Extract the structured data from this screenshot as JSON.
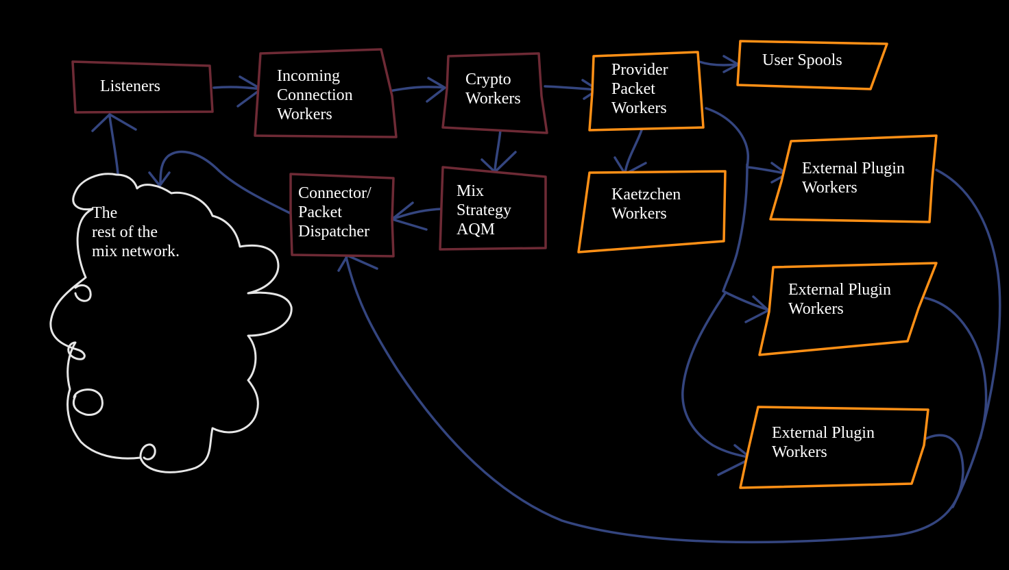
{
  "diagram": {
    "nodes": [
      {
        "id": "listeners",
        "lines": [
          "Listeners"
        ],
        "color": "#6e2a35"
      },
      {
        "id": "incoming",
        "lines": [
          "Incoming",
          "Connection",
          "Workers"
        ],
        "color": "#6e2a35"
      },
      {
        "id": "crypto",
        "lines": [
          "Crypto",
          "Workers"
        ],
        "color": "#6e2a35"
      },
      {
        "id": "provider",
        "lines": [
          "Provider",
          "Packet",
          "Workers"
        ],
        "color": "#ff9016"
      },
      {
        "id": "spools",
        "lines": [
          "User Spools"
        ],
        "color": "#ff9016"
      },
      {
        "id": "kaetzchen",
        "lines": [
          "Kaetzchen",
          "Workers"
        ],
        "color": "#ff9016"
      },
      {
        "id": "plugin1",
        "lines": [
          "External Plugin",
          "Workers"
        ],
        "color": "#ff9016"
      },
      {
        "id": "plugin2",
        "lines": [
          "External Plugin",
          "Workers"
        ],
        "color": "#ff9016"
      },
      {
        "id": "plugin3",
        "lines": [
          "External Plugin",
          "Workers"
        ],
        "color": "#ff9016"
      },
      {
        "id": "mix",
        "lines": [
          "Mix",
          "Strategy",
          "AQM"
        ],
        "color": "#6e2a35"
      },
      {
        "id": "connector",
        "lines": [
          "Connector/",
          "Packet",
          "Dispatcher"
        ],
        "color": "#6e2a35"
      }
    ],
    "cloud": {
      "lines": [
        "The",
        "rest of the",
        "mix network."
      ],
      "color": "#e6e6e6"
    },
    "edge_color": "#34457f",
    "edges": [
      {
        "from": "listeners",
        "to": "incoming"
      },
      {
        "from": "incoming",
        "to": "crypto"
      },
      {
        "from": "crypto",
        "to": "provider"
      },
      {
        "from": "crypto",
        "to": "mix"
      },
      {
        "from": "mix",
        "to": "connector"
      },
      {
        "from": "connector",
        "to": "cloud"
      },
      {
        "from": "cloud",
        "to": "listeners"
      },
      {
        "from": "provider",
        "to": "spools"
      },
      {
        "from": "provider",
        "to": "kaetzchen"
      },
      {
        "from": "provider",
        "to": "plugin1"
      },
      {
        "from": "provider",
        "to": "plugin2"
      },
      {
        "from": "provider",
        "to": "plugin3"
      },
      {
        "from": "plugin1",
        "to": "connector"
      },
      {
        "from": "plugin2",
        "to": "connector"
      },
      {
        "from": "plugin3",
        "to": "connector"
      }
    ]
  }
}
